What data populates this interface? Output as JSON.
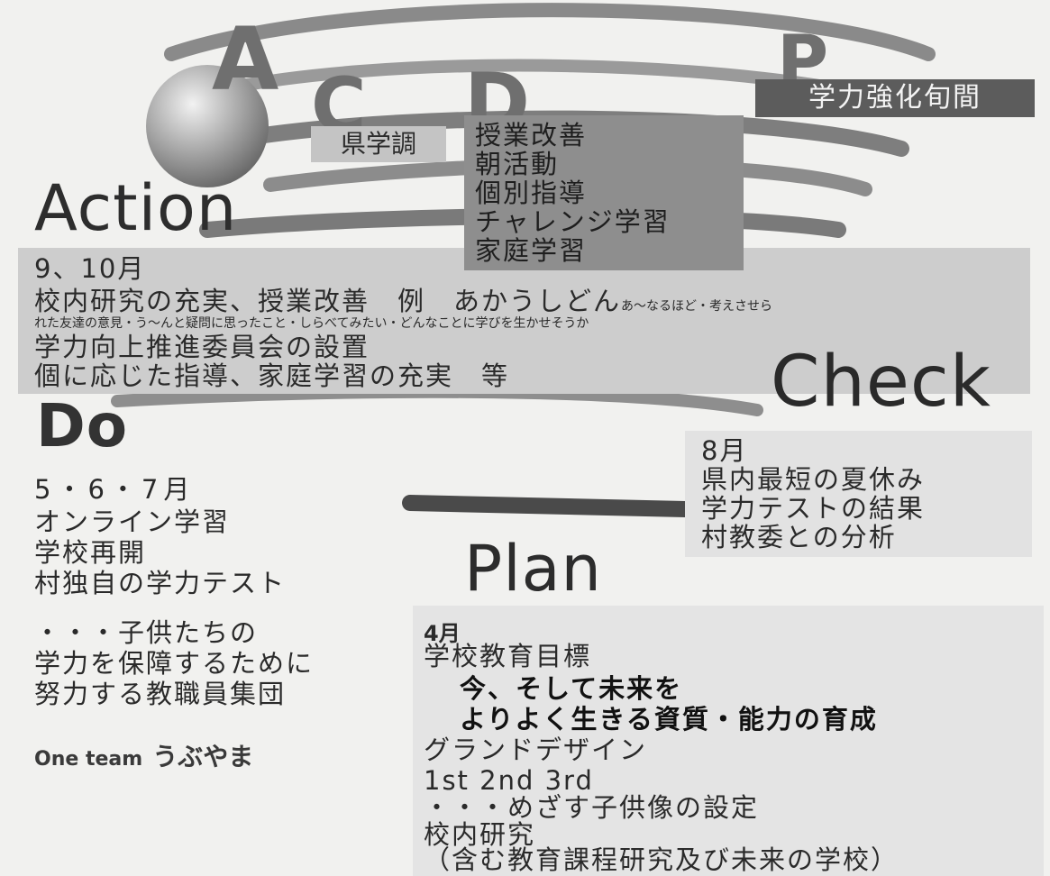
{
  "cycle_letters": {
    "a": "A",
    "c": "C",
    "d": "D",
    "p": "P"
  },
  "labels": {
    "gakuryoku": "学力強化旬間",
    "kengakucho": "県学調",
    "do_items": [
      "授業改善",
      "朝活動",
      "個別指導",
      "チャレンジ学習",
      "家庭学習"
    ]
  },
  "phase_words": {
    "action": "Action",
    "do": "Do",
    "check": "Check",
    "plan": "Plan"
  },
  "action": {
    "month": "9、10月",
    "line1_main": "校内研究の充実、授業改善　例　あかうしどん",
    "line1_small": "あ～なるほど・考えさせら",
    "line2_small": "れた友達の意見・う～んと疑問に思ったこと・しらべてみたい・どんなことに学びを生かせそうか",
    "line3": "学力向上推進委員会の設置",
    "line4": "個に応じた指導、家庭学習の充実　等"
  },
  "check": {
    "month": "8月",
    "lines": [
      "県内最短の夏休み",
      "学力テストの結果",
      "村教委との分析"
    ]
  },
  "do": {
    "month": "5・6・7月",
    "lines": [
      "オンライン学習",
      "学校再開",
      "村独自の学力テスト"
    ],
    "mission": [
      "・・・子供たちの",
      "学力を保障するために",
      "努力する教職員集団"
    ],
    "team_en": "One team",
    "team_jp": "うぶやま"
  },
  "plan": {
    "month": "4月",
    "line1": "学校教育目標",
    "goal1": "今、そして未来を",
    "goal2": "よりよく生きる資質・能力の育成",
    "line2": "グランドデザイン",
    "line3": "1st 2nd 3rd",
    "line4": "・・・めざす子供像の設定",
    "line5": "校内研究",
    "line6": "（含む教育課程研究及び未来の学校）"
  }
}
